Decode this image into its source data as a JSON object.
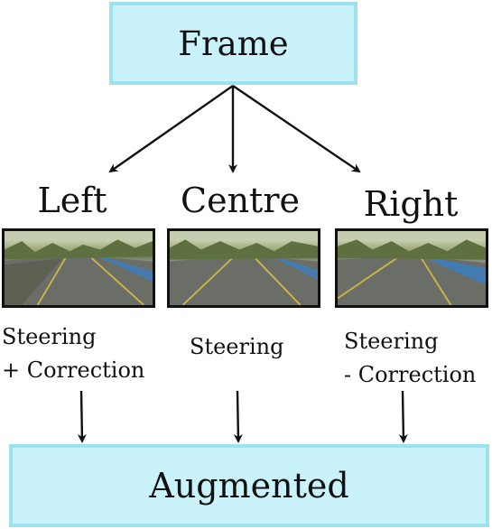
{
  "top_box": {
    "label": "Frame"
  },
  "bottom_box": {
    "label": "Augmented"
  },
  "cameras": [
    {
      "title": "Left",
      "line1": "Steering",
      "line2": "+ Correction"
    },
    {
      "title": "Centre",
      "line1": "Steering",
      "line2": ""
    },
    {
      "title": "Right",
      "line1": "Steering",
      "line2": "- Correction"
    }
  ],
  "colors": {
    "box_fill": "#c9f2fb",
    "box_border": "#9be3f1",
    "arrow": "#111111"
  }
}
